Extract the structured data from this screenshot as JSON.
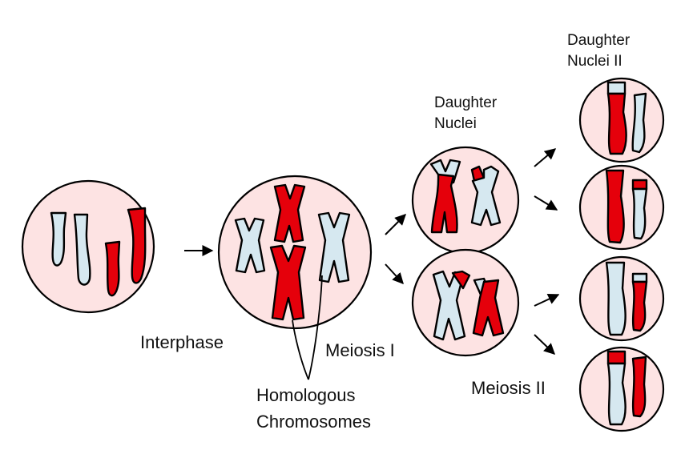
{
  "labels": {
    "interphase": "Interphase",
    "meiosis_1": "Meiosis I",
    "meiosis_2": "Meiosis II",
    "homologous_line1": "Homologous",
    "homologous_line2": "Chromosomes",
    "daughter_nuclei_line1": "Daughter",
    "daughter_nuclei_line2": "Nuclei",
    "daughter_nuclei_2_line1": "Daughter",
    "daughter_nuclei_2_line2": "Nuclei II"
  },
  "colors": {
    "cell_fill": "#fde3e3",
    "chromosome_red": "#e5000b",
    "chromosome_blue": "#d6e8f0",
    "outline": "#000000"
  }
}
